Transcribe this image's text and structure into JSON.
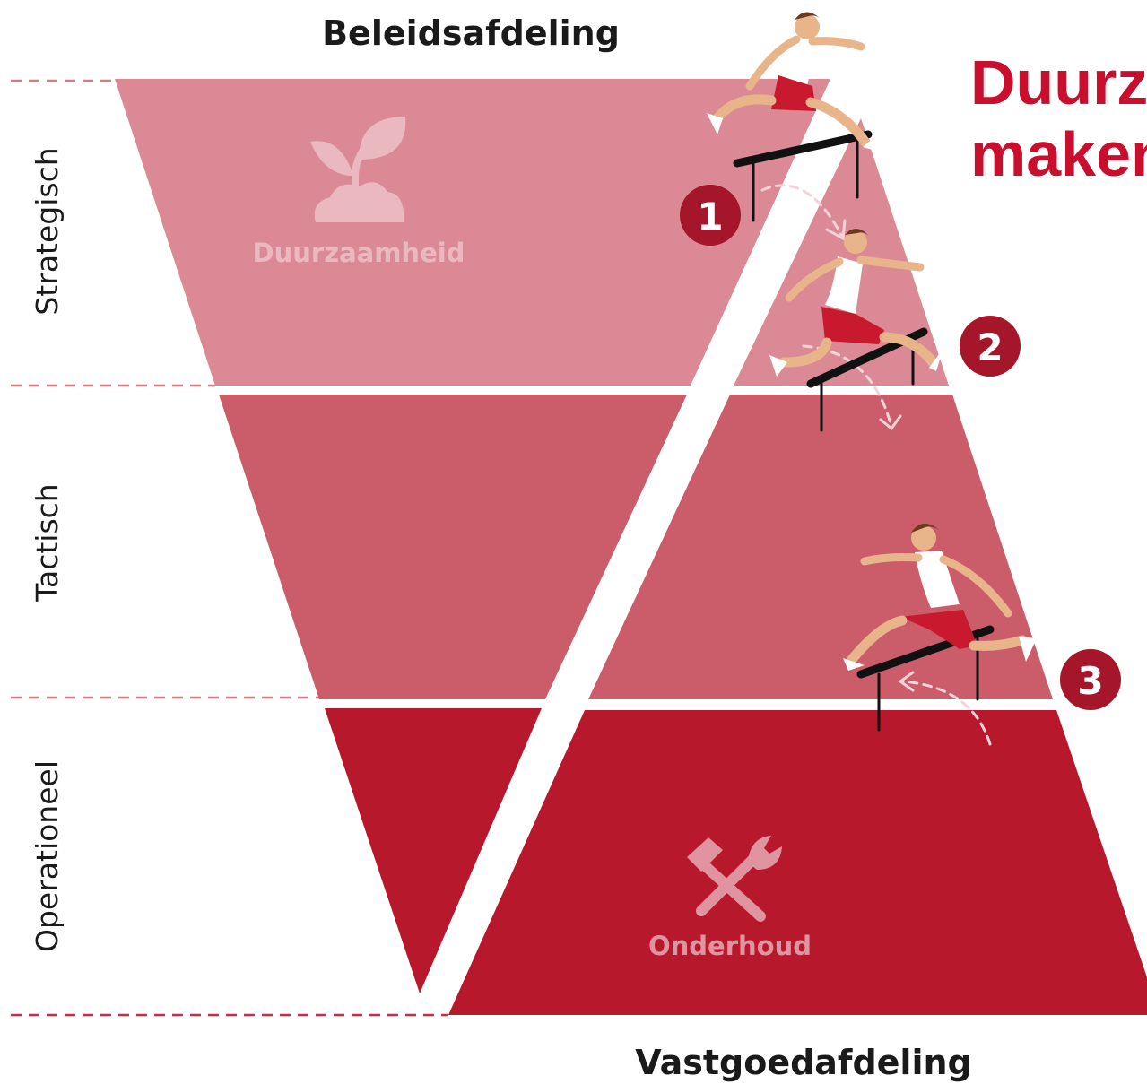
{
  "diagram": {
    "top_label": "Beleidsafdeling",
    "bottom_label": "Vastgoedafdeling",
    "headline": [
      "Duurzaam",
      "maken"
    ],
    "levels": [
      {
        "label": "Strategisch",
        "color": "#db8a95"
      },
      {
        "label": "Tactisch",
        "color": "#cb5d6b"
      },
      {
        "label": "Operationeel",
        "color": "#b8182c"
      }
    ],
    "left_domain": {
      "label": "Duurzaamheid",
      "icon": "sprout-icon"
    },
    "right_domain": {
      "label": "Onderhoud",
      "icon": "hammer-wrench-icon"
    },
    "steps": [
      {
        "number": "1",
        "icon": "hurdler-icon"
      },
      {
        "number": "2",
        "icon": "hurdler-icon"
      },
      {
        "number": "3",
        "icon": "hurdler-icon"
      }
    ],
    "colors": {
      "accent": "#c8102e",
      "badge": "#a5162b",
      "dashed": "#d87886",
      "text": "#1a1a1a"
    }
  }
}
